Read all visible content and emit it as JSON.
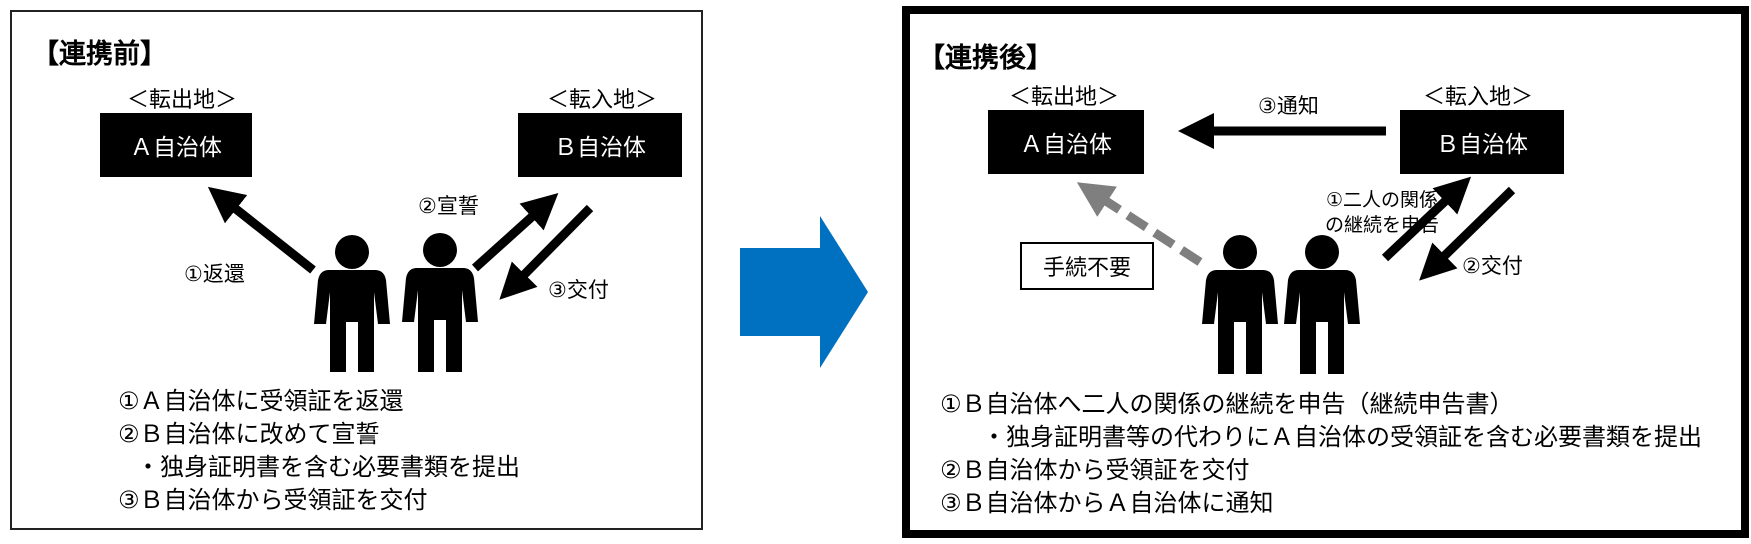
{
  "before": {
    "title": "【連携前】",
    "origin_label": "＜転出地＞",
    "dest_label": "＜転入地＞",
    "muni_a": "Ａ自治体",
    "muni_b": "Ｂ自治体",
    "arrow_return": "①返還",
    "arrow_oath": "②宣誓",
    "arrow_issue": "③交付",
    "steps": [
      "①Ａ自治体に受領証を返還",
      "②Ｂ自治体に改めて宣誓",
      "・独身証明書を含む必要書類を提出",
      "③Ｂ自治体から受領証を交付"
    ]
  },
  "after": {
    "title": "【連携後】",
    "origin_label": "＜転出地＞",
    "dest_label": "＜転入地＞",
    "muni_a": "Ａ自治体",
    "muni_b": "Ｂ自治体",
    "arrow_notify": "③通知",
    "arrow_report": "①二人の関係の継続を申告",
    "arrow_issue": "②交付",
    "not_required": "手続不要",
    "steps": [
      "①Ｂ自治体へ二人の関係の継続を申告（継続申告書）",
      "・独身証明書等の代わりにＡ自治体の受領証を含む必要書類を提出",
      "②Ｂ自治体から受領証を交付",
      "③Ｂ自治体からＡ自治体に通知"
    ]
  },
  "colors": {
    "transition_arrow": "#0070c0",
    "skipped_arrow": "#7f7f7f"
  },
  "icons": [
    "person-icon",
    "arrow-icon"
  ]
}
